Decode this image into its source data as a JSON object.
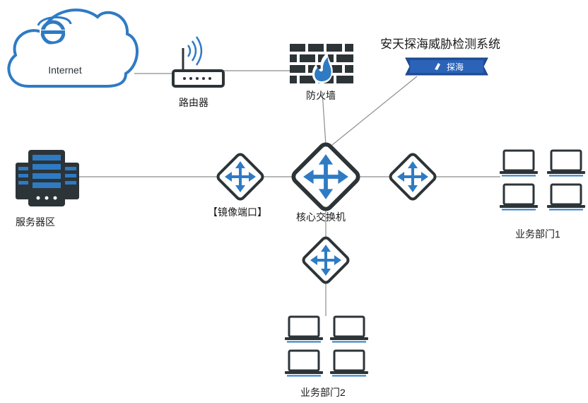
{
  "nodes": {
    "internet": {
      "label": "Internet",
      "icon": "ie-browser-icon"
    },
    "router": {
      "label": "路由器",
      "icon": "wifi-router-icon"
    },
    "firewall": {
      "label": "防火墙",
      "icon": "firewall-icon"
    },
    "sensor": {
      "label": "安天探海威胁检测系统",
      "badge": "探海",
      "icon": "appliance-icon"
    },
    "server_zone": {
      "label": "服务器区",
      "icon": "server-rack-icon"
    },
    "mirror_switch": {
      "label": "【镜像端口】",
      "icon": "switch-icon"
    },
    "core_switch": {
      "label": "核心交换机",
      "icon": "switch-icon"
    },
    "dept1_switch": {
      "icon": "switch-icon"
    },
    "dept2_switch": {
      "icon": "switch-icon"
    },
    "dept1": {
      "label": "业务部门1",
      "icon": "laptop-icon"
    },
    "dept2": {
      "label": "业务部门2",
      "icon": "laptop-icon"
    }
  },
  "colors": {
    "accent": "#2e7bc4",
    "dark": "#2d3438",
    "line": "#8c8c8c",
    "flame": "#2e7bc4"
  }
}
